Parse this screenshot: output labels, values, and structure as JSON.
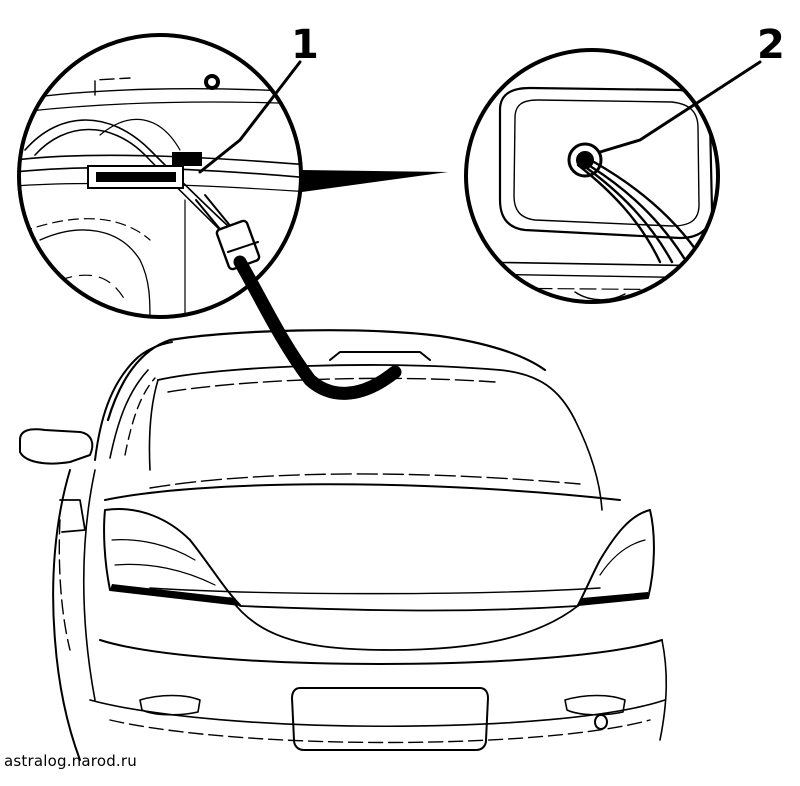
{
  "callouts": [
    {
      "label": "1"
    },
    {
      "label": "2"
    }
  ],
  "watermark": "astralog.narod.ru"
}
